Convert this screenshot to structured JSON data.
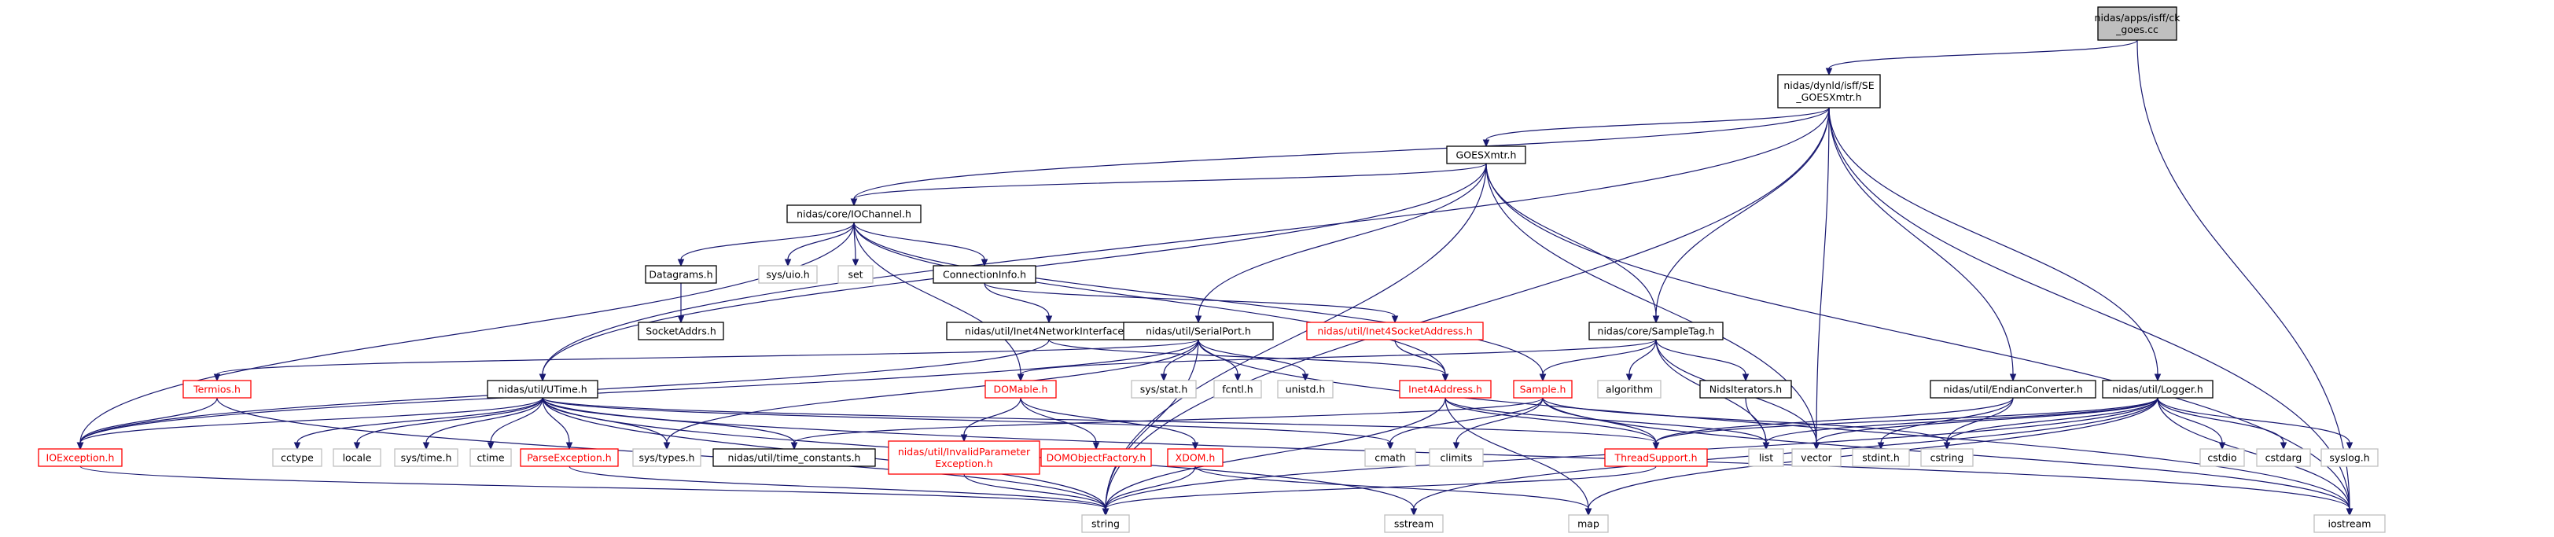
{
  "colors": {
    "edge": "#191970",
    "root_fill": "#bfbfbf",
    "root_border": "#000000",
    "linked_border": "#000000",
    "leaf_border": "#bfbfbf",
    "undocumented_border": "#ff0000",
    "undocumented_text": "#ff0000",
    "text": "#000000"
  },
  "nodes": [
    {
      "id": "root",
      "lines": [
        "nidas/apps/isff/ck",
        "_goes.cc"
      ],
      "style": "root"
    },
    {
      "id": "se_goes",
      "lines": [
        "nidas/dynld/isff/SE",
        "_GOESXmtr.h"
      ],
      "style": "linked"
    },
    {
      "id": "goesxmtr",
      "lines": [
        "GOESXmtr.h"
      ],
      "style": "linked"
    },
    {
      "id": "iochannel",
      "lines": [
        "nidas/core/IOChannel.h"
      ],
      "style": "linked"
    },
    {
      "id": "datagrams",
      "lines": [
        "Datagrams.h"
      ],
      "style": "linked"
    },
    {
      "id": "sysuio",
      "lines": [
        "sys/uio.h"
      ],
      "style": "leaf"
    },
    {
      "id": "set",
      "lines": [
        "set"
      ],
      "style": "leaf"
    },
    {
      "id": "conninfo",
      "lines": [
        "ConnectionInfo.h"
      ],
      "style": "linked"
    },
    {
      "id": "socketaddrs",
      "lines": [
        "SocketAddrs.h"
      ],
      "style": "linked"
    },
    {
      "id": "inet4net",
      "lines": [
        "nidas/util/Inet4NetworkInterface.h"
      ],
      "style": "linked"
    },
    {
      "id": "serialport",
      "lines": [
        "nidas/util/SerialPort.h"
      ],
      "style": "linked"
    },
    {
      "id": "inet4sock",
      "lines": [
        "nidas/util/Inet4SocketAddress.h"
      ],
      "style": "undocumented"
    },
    {
      "id": "sampletag",
      "lines": [
        "nidas/core/SampleTag.h"
      ],
      "style": "linked"
    },
    {
      "id": "termios",
      "lines": [
        "Termios.h"
      ],
      "style": "undocumented"
    },
    {
      "id": "utime",
      "lines": [
        "nidas/util/UTime.h"
      ],
      "style": "linked"
    },
    {
      "id": "systat",
      "lines": [
        "sys/stat.h"
      ],
      "style": "leaf"
    },
    {
      "id": "fcntl",
      "lines": [
        "fcntl.h"
      ],
      "style": "leaf"
    },
    {
      "id": "unistd",
      "lines": [
        "unistd.h"
      ],
      "style": "leaf"
    },
    {
      "id": "domable",
      "lines": [
        "DOMable.h"
      ],
      "style": "undocumented"
    },
    {
      "id": "inet4addr",
      "lines": [
        "Inet4Address.h"
      ],
      "style": "undocumented"
    },
    {
      "id": "sample",
      "lines": [
        "Sample.h"
      ],
      "style": "undocumented"
    },
    {
      "id": "algorithm",
      "lines": [
        "algorithm"
      ],
      "style": "leaf"
    },
    {
      "id": "nidsiter",
      "lines": [
        "NidsIterators.h"
      ],
      "style": "linked"
    },
    {
      "id": "endian",
      "lines": [
        "nidas/util/EndianConverter.h"
      ],
      "style": "linked"
    },
    {
      "id": "logger",
      "lines": [
        "nidas/util/Logger.h"
      ],
      "style": "linked"
    },
    {
      "id": "ioexception",
      "lines": [
        "IOException.h"
      ],
      "style": "undocumented"
    },
    {
      "id": "cctype",
      "lines": [
        "cctype"
      ],
      "style": "leaf"
    },
    {
      "id": "locale",
      "lines": [
        "locale"
      ],
      "style": "leaf"
    },
    {
      "id": "systime",
      "lines": [
        "sys/time.h"
      ],
      "style": "leaf"
    },
    {
      "id": "ctime",
      "lines": [
        "ctime"
      ],
      "style": "leaf"
    },
    {
      "id": "parseexc",
      "lines": [
        "ParseException.h"
      ],
      "style": "undocumented"
    },
    {
      "id": "systypes",
      "lines": [
        "sys/types.h"
      ],
      "style": "leaf"
    },
    {
      "id": "timeconst",
      "lines": [
        "nidas/util/time_constants.h"
      ],
      "style": "linked"
    },
    {
      "id": "invparam",
      "lines": [
        "nidas/util/InvalidParameter",
        "Exception.h"
      ],
      "style": "undocumented"
    },
    {
      "id": "domobjfact",
      "lines": [
        "DOMObjectFactory.h"
      ],
      "style": "undocumented"
    },
    {
      "id": "xdom",
      "lines": [
        "XDOM.h"
      ],
      "style": "undocumented"
    },
    {
      "id": "cmath",
      "lines": [
        "cmath"
      ],
      "style": "leaf"
    },
    {
      "id": "climits",
      "lines": [
        "climits"
      ],
      "style": "leaf"
    },
    {
      "id": "threadsupport",
      "lines": [
        "ThreadSupport.h"
      ],
      "style": "undocumented"
    },
    {
      "id": "list",
      "lines": [
        "list"
      ],
      "style": "leaf"
    },
    {
      "id": "vector",
      "lines": [
        "vector"
      ],
      "style": "leaf"
    },
    {
      "id": "stdint",
      "lines": [
        "stdint.h"
      ],
      "style": "leaf"
    },
    {
      "id": "cstring",
      "lines": [
        "cstring"
      ],
      "style": "leaf"
    },
    {
      "id": "cstdio",
      "lines": [
        "cstdio"
      ],
      "style": "leaf"
    },
    {
      "id": "cstdarg",
      "lines": [
        "cstdarg"
      ],
      "style": "leaf"
    },
    {
      "id": "syslog",
      "lines": [
        "syslog.h"
      ],
      "style": "leaf"
    },
    {
      "id": "string",
      "lines": [
        "string"
      ],
      "style": "leaf"
    },
    {
      "id": "sstream",
      "lines": [
        "sstream"
      ],
      "style": "leaf"
    },
    {
      "id": "map",
      "lines": [
        "map"
      ],
      "style": "leaf"
    },
    {
      "id": "iostream",
      "lines": [
        "iostream"
      ],
      "style": "leaf"
    }
  ],
  "edges": [
    [
      "root",
      "se_goes"
    ],
    [
      "root",
      "iostream"
    ],
    [
      "se_goes",
      "goesxmtr"
    ],
    [
      "se_goes",
      "iochannel"
    ],
    [
      "se_goes",
      "utime"
    ],
    [
      "se_goes",
      "sampletag"
    ],
    [
      "se_goes",
      "endian"
    ],
    [
      "se_goes",
      "logger"
    ],
    [
      "se_goes",
      "string"
    ],
    [
      "se_goes",
      "vector"
    ],
    [
      "se_goes",
      "iostream"
    ],
    [
      "goesxmtr",
      "iochannel"
    ],
    [
      "goesxmtr",
      "serialport"
    ],
    [
      "goesxmtr",
      "sampletag"
    ],
    [
      "goesxmtr",
      "utime"
    ],
    [
      "goesxmtr",
      "string"
    ],
    [
      "goesxmtr",
      "vector"
    ],
    [
      "goesxmtr",
      "iostream"
    ],
    [
      "iochannel",
      "datagrams"
    ],
    [
      "iochannel",
      "sysuio"
    ],
    [
      "iochannel",
      "set"
    ],
    [
      "iochannel",
      "conninfo"
    ],
    [
      "iochannel",
      "ioexception"
    ],
    [
      "iochannel",
      "domable"
    ],
    [
      "iochannel",
      "sample"
    ],
    [
      "iochannel",
      "inet4addr"
    ],
    [
      "datagrams",
      "socketaddrs"
    ],
    [
      "conninfo",
      "inet4net"
    ],
    [
      "conninfo",
      "inet4sock"
    ],
    [
      "inet4sock",
      "inet4addr"
    ],
    [
      "inet4net",
      "inet4addr"
    ],
    [
      "inet4net",
      "ioexception"
    ],
    [
      "serialport",
      "termios"
    ],
    [
      "serialport",
      "systat"
    ],
    [
      "serialport",
      "fcntl"
    ],
    [
      "serialport",
      "unistd"
    ],
    [
      "serialport",
      "systypes"
    ],
    [
      "serialport",
      "ioexception"
    ],
    [
      "serialport",
      "string"
    ],
    [
      "serialport",
      "iostream"
    ],
    [
      "sampletag",
      "sample"
    ],
    [
      "sampletag",
      "nidsiter"
    ],
    [
      "sampletag",
      "algorithm"
    ],
    [
      "sampletag",
      "domable"
    ],
    [
      "sampletag",
      "list"
    ],
    [
      "sampletag",
      "vector"
    ],
    [
      "termios",
      "ioexception"
    ],
    [
      "termios",
      "string"
    ],
    [
      "utime",
      "ioexception"
    ],
    [
      "utime",
      "cctype"
    ],
    [
      "utime",
      "locale"
    ],
    [
      "utime",
      "systime"
    ],
    [
      "utime",
      "ctime"
    ],
    [
      "utime",
      "parseexc"
    ],
    [
      "utime",
      "systypes"
    ],
    [
      "utime",
      "timeconst"
    ],
    [
      "utime",
      "string"
    ],
    [
      "utime",
      "sstream"
    ],
    [
      "utime",
      "iostream"
    ],
    [
      "utime",
      "threadsupport"
    ],
    [
      "utime",
      "cmath"
    ],
    [
      "domable",
      "invparam"
    ],
    [
      "domable",
      "domobjfact"
    ],
    [
      "domable",
      "xdom"
    ],
    [
      "inet4addr",
      "threadsupport"
    ],
    [
      "inet4addr",
      "list"
    ],
    [
      "inet4addr",
      "string"
    ],
    [
      "inet4addr",
      "map"
    ],
    [
      "sample",
      "threadsupport"
    ],
    [
      "sample",
      "timeconst"
    ],
    [
      "sample",
      "cmath"
    ],
    [
      "sample",
      "climits"
    ],
    [
      "sample",
      "iostream"
    ],
    [
      "sample",
      "cstring"
    ],
    [
      "nidsiter",
      "list"
    ],
    [
      "endian",
      "threadsupport"
    ],
    [
      "endian",
      "stdint"
    ],
    [
      "endian",
      "cstring"
    ],
    [
      "logger",
      "threadsupport"
    ],
    [
      "logger",
      "vector"
    ],
    [
      "logger",
      "list"
    ],
    [
      "logger",
      "cstring"
    ],
    [
      "logger",
      "cstdio"
    ],
    [
      "logger",
      "cstdarg"
    ],
    [
      "logger",
      "syslog"
    ],
    [
      "logger",
      "string"
    ],
    [
      "logger",
      "sstream"
    ],
    [
      "logger",
      "iostream"
    ],
    [
      "logger",
      "map"
    ],
    [
      "ioexception",
      "string"
    ],
    [
      "parseexc",
      "string"
    ],
    [
      "invparam",
      "string"
    ],
    [
      "xdom",
      "string"
    ],
    [
      "xdom",
      "map"
    ],
    [
      "threadsupport",
      "string"
    ]
  ]
}
